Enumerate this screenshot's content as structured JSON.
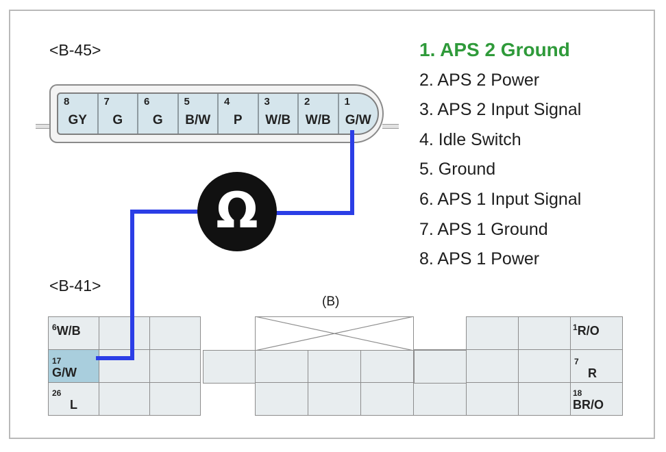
{
  "connector_b45": {
    "label": "<B-45>",
    "pins": [
      {
        "num": "8",
        "wire": "GY"
      },
      {
        "num": "7",
        "wire": "G"
      },
      {
        "num": "6",
        "wire": "G"
      },
      {
        "num": "5",
        "wire": "B/W"
      },
      {
        "num": "4",
        "wire": "P"
      },
      {
        "num": "3",
        "wire": "W/B"
      },
      {
        "num": "2",
        "wire": "W/B"
      },
      {
        "num": "1",
        "wire": "G/W"
      }
    ]
  },
  "connector_b41": {
    "label": "<B-41>",
    "section_label": "(B)",
    "pins": {
      "p6": {
        "num": "6",
        "wire": "W/B"
      },
      "p17": {
        "num": "17",
        "wire": "G/W"
      },
      "p26": {
        "num": "26",
        "wire": "L"
      },
      "p1": {
        "num": "1",
        "wire": "R/O"
      },
      "p7": {
        "num": "7",
        "wire": "R"
      },
      "p18": {
        "num": "18",
        "wire": "BR/O"
      }
    }
  },
  "meter": {
    "symbol": "Ω"
  },
  "legend": {
    "items": [
      "1. APS 2 Ground",
      "2. APS 2 Power",
      "3. APS 2 Input Signal",
      "4. Idle Switch",
      "5. Ground",
      "6. APS 1 Input Signal",
      "7. APS 1 Ground",
      "8. APS 1 Power"
    ],
    "active_index": 0,
    "active_color": "#2f9a3a"
  },
  "colors": {
    "wire": "#2b3ee6",
    "pin_highlight": "#a9cedd"
  }
}
